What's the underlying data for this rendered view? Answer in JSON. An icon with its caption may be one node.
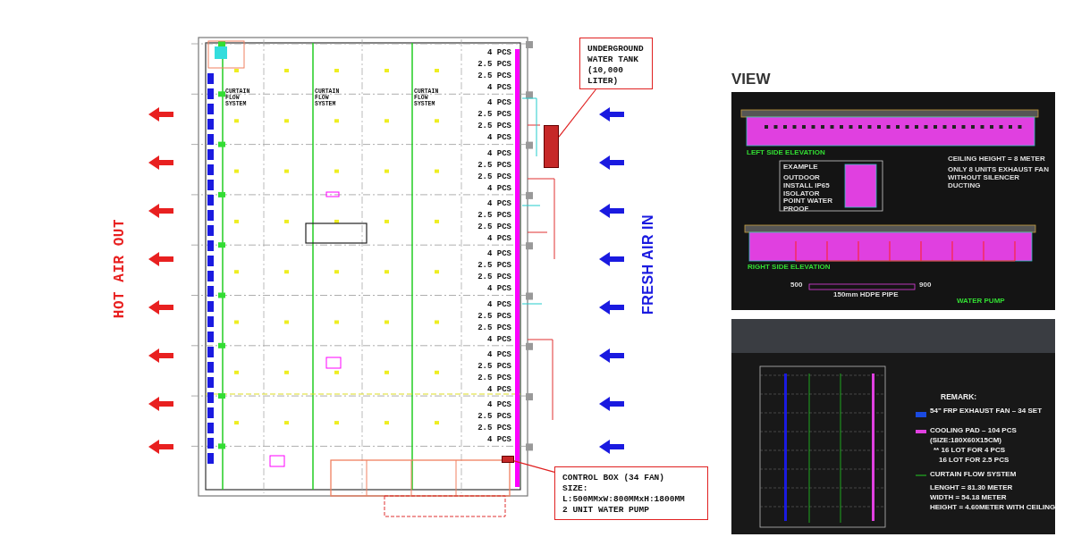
{
  "diagram": {
    "nodes": [
      {
        "text": [
          "UNDERGROUND WATER TANK (10,000 LITER)"
        ]
      },
      {
        "text": [],
        "shape": "box"
      },
      {
        "text": [
          "CONTROL BOX (34 FAN)",
          "SIZE: L:500MMxW:800MMxH:1800MM",
          "2 UNIT WATER PUMP"
        ]
      },
      {
        "text": [],
        "shape": "box"
      }
    ],
    "edges": [
      {
        "from": 0,
        "to": 1,
        "arrow": "none"
      },
      {
        "from": 2,
        "to": 3,
        "arrow": "none"
      }
    ],
    "labels": [
      "HOT AIR OUT",
      "CURTAIN FLOW SYSTEM",
      "CURTAIN FLOW SYSTEM",
      "CURTAIN FLOW SYSTEM",
      "4 PCS",
      "2.5 PCS",
      "2.5 PCS",
      "4 PCS",
      "4 PCS",
      "2.5 PCS",
      "2.5 PCS",
      "4 PCS",
      "4 PCS",
      "2.5 PCS",
      "2.5 PCS",
      "4 PCS",
      "4 PCS",
      "2.5 PCS",
      "2.5 PCS",
      "4 PCS",
      "4 PCS",
      "2.5 PCS",
      "2.5 PCS",
      "4 PCS",
      "4 PCS",
      "2.5 PCS",
      "2.5 PCS",
      "4 PCS",
      "4 PCS",
      "2.5 PCS",
      "2.5 PCS",
      "4 PCS",
      "4 PCS",
      "2.5 PCS",
      "2.5 PCS",
      "4 PCS",
      "FRESH AIR IN",
      "VIEW",
      "LEFT SIDE ELEVATION",
      "EXAMPLE",
      "OUTDOOR INSTALL IP65 ISOLATOR POINT WATER PROOF",
      "CEILING HEIGHT = 8 METER",
      "ONLY 8 UNITS EXHAUST FAN WITHOUT SILENCER DUCTING",
      "RIGHT SIDE ELEVATION",
      "500",
      "150mm HDPE PIPE",
      "900",
      "WATER PUMP",
      "REMARK:",
      "54\" FRP EXHAUST FAN – 34 SET",
      "COOLING PAD – 104 PCS",
      "(SIZE:180X60X15CM)",
      "** 16 LOT FOR 4 PCS",
      "16 LOT FOR 2.5 PCS",
      "CURTAIN FLOW SYSTEM",
      "LENGHT = 81.30 METER",
      "WIDTH = 54.18 METER",
      "HEIGHT = 4.60METER WITH CEILING"
    ]
  }
}
